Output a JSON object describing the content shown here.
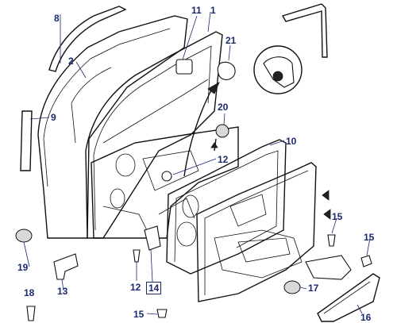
{
  "callouts": [
    {
      "id": "c1",
      "label": "1"
    },
    {
      "id": "c2",
      "label": "2"
    },
    {
      "id": "c8",
      "label": "8"
    },
    {
      "id": "c9",
      "label": "9"
    },
    {
      "id": "c10",
      "label": "10"
    },
    {
      "id": "c11",
      "label": "11"
    },
    {
      "id": "c12a",
      "label": "12"
    },
    {
      "id": "c12b",
      "label": "12"
    },
    {
      "id": "c13",
      "label": "13"
    },
    {
      "id": "c14",
      "label": "14"
    },
    {
      "id": "c15a",
      "label": "15"
    },
    {
      "id": "c15b",
      "label": "15"
    },
    {
      "id": "c15c",
      "label": "15"
    },
    {
      "id": "c16",
      "label": "16"
    },
    {
      "id": "c17",
      "label": "17"
    },
    {
      "id": "c18",
      "label": "18"
    },
    {
      "id": "c19",
      "label": "19"
    },
    {
      "id": "c20",
      "label": "20"
    },
    {
      "id": "c21",
      "label": "21"
    }
  ],
  "colors": {
    "callout": "#1a2a6e",
    "line": "#111111"
  }
}
